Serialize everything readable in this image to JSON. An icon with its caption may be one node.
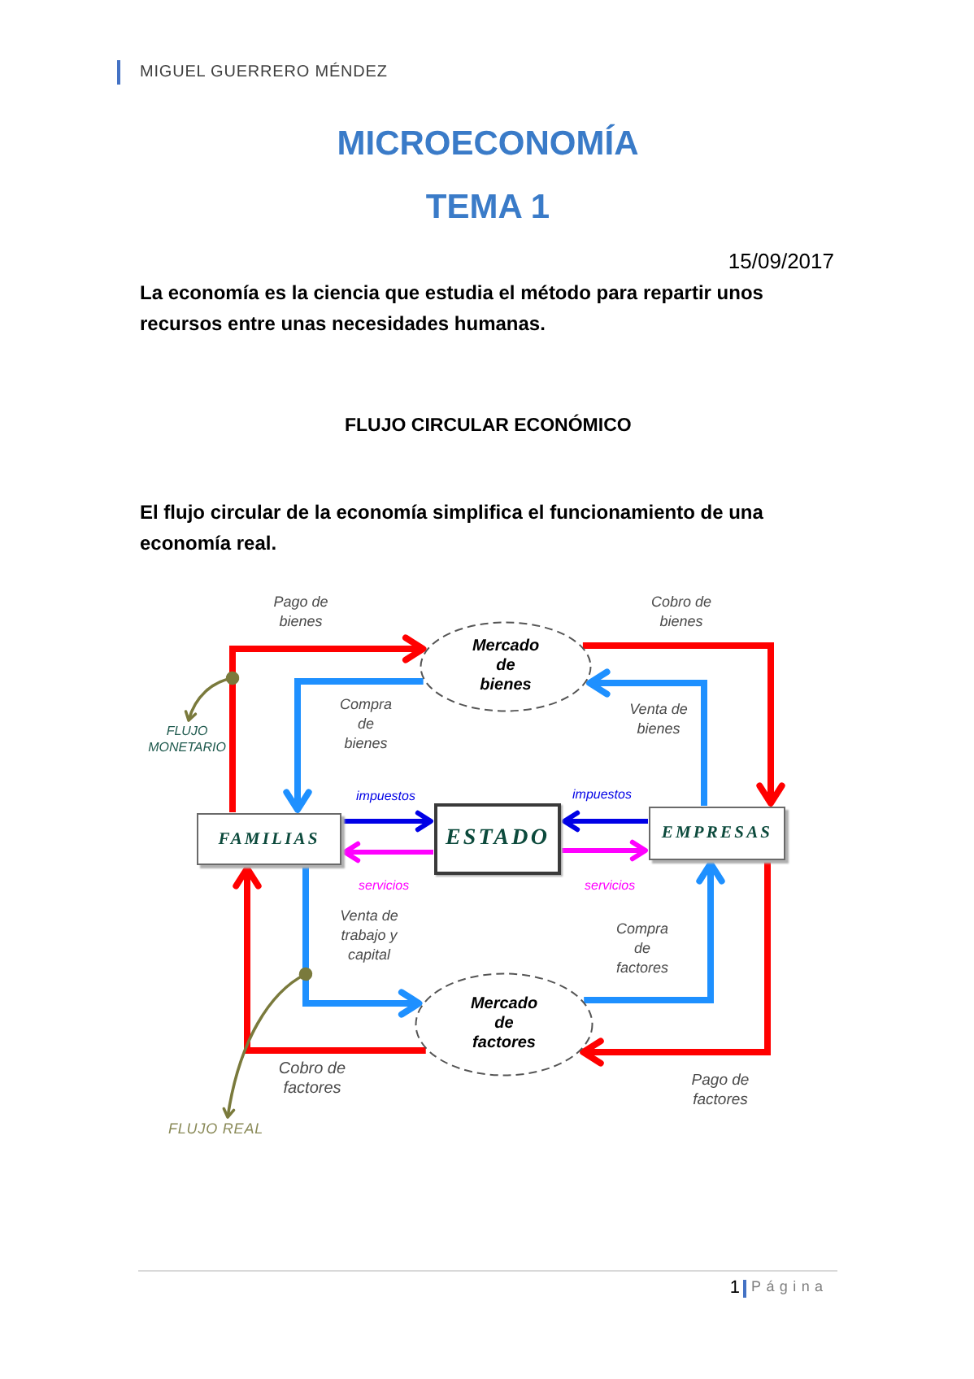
{
  "diagram": {
    "title": "MICROECONOMÍA TEMA 1",
    "nodes": [
      {
        "text": [
          "Mercado de bienes"
        ]
      },
      {
        "text": [
          "FLUJO MONETARIO"
        ]
      },
      {
        "text": [
          "FAMILIAS"
        ]
      },
      {
        "text": [
          "ESTADO"
        ]
      },
      {
        "text": [
          "EMPRESAS"
        ]
      },
      {
        "text": [
          "Mercado de factores"
        ]
      },
      {
        "text": [
          "FLUJO REAL"
        ]
      }
    ],
    "edges": [
      {
        "from": 2,
        "to": 0,
        "arrow": "to",
        "label": "Pago de bienes",
        "color": "#ff0000"
      },
      {
        "from": 0,
        "to": 4,
        "arrow": "to",
        "label": "Cobro de bienes",
        "color": "#ff0000"
      },
      {
        "from": 0,
        "to": 2,
        "arrow": "to",
        "label": "Compra de bienes",
        "color": "#1e90ff"
      },
      {
        "from": 4,
        "to": 0,
        "arrow": "to",
        "label": "Venta de bienes",
        "color": "#1e90ff"
      },
      {
        "from": null,
        "to": 1,
        "arrow": "to",
        "color": "#7a7a3c"
      },
      {
        "from": 2,
        "to": 3,
        "arrow": "to",
        "label": "impuestos",
        "color": "#0000e6"
      },
      {
        "from": 4,
        "to": 3,
        "arrow": "to",
        "label": "impuestos",
        "color": "#0000e6"
      },
      {
        "from": 3,
        "to": 2,
        "arrow": "to",
        "label": "servicios",
        "color": "#ff00ff"
      },
      {
        "from": 3,
        "to": 4,
        "arrow": "to",
        "label": "servicios",
        "color": "#ff00ff"
      },
      {
        "from": 2,
        "to": 5,
        "arrow": "to",
        "label": "Venta de trabajo y capital",
        "color": "#1e90ff"
      },
      {
        "from": 5,
        "to": 4,
        "arrow": "to",
        "label": "Compra de factores",
        "color": "#1e90ff"
      },
      {
        "from": 5,
        "to": 2,
        "arrow": "to",
        "label": "Cobro de factores",
        "color": "#ff0000"
      },
      {
        "from": 4,
        "to": 5,
        "arrow": "to",
        "label": "Pago de factores",
        "color": "#ff0000"
      },
      {
        "from": null,
        "to": 6,
        "arrow": "to",
        "color": "#7a7a3c"
      }
    ],
    "labels": [
      "MIGUEL GUERRERO MÉNDEZ",
      "15/09/2017",
      "La economía es la ciencia que estudia el método para repartir unos recursos entre unas necesidades humanas.",
      "FLUJO CIRCULAR ECONÓMICO",
      "El flujo circular de la economía simplifica el funcionamiento de una economía real.",
      "1",
      "Página"
    ]
  }
}
